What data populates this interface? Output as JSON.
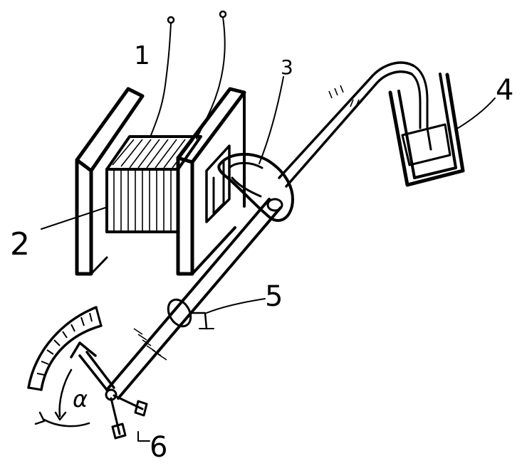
{
  "labels": {
    "one": "1",
    "two": "2",
    "three": "3",
    "four": "4",
    "five": "5",
    "six": "6",
    "alpha": "α"
  },
  "colors": {
    "ink": "#000000",
    "paper": "#ffffff"
  }
}
